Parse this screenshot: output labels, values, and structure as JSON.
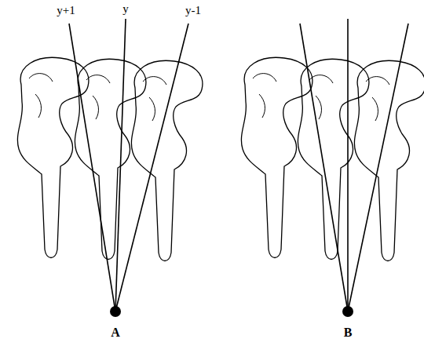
{
  "diagram": {
    "labels": [
      "y+1",
      "y",
      "y-1",
      "A",
      "B"
    ]
  }
}
